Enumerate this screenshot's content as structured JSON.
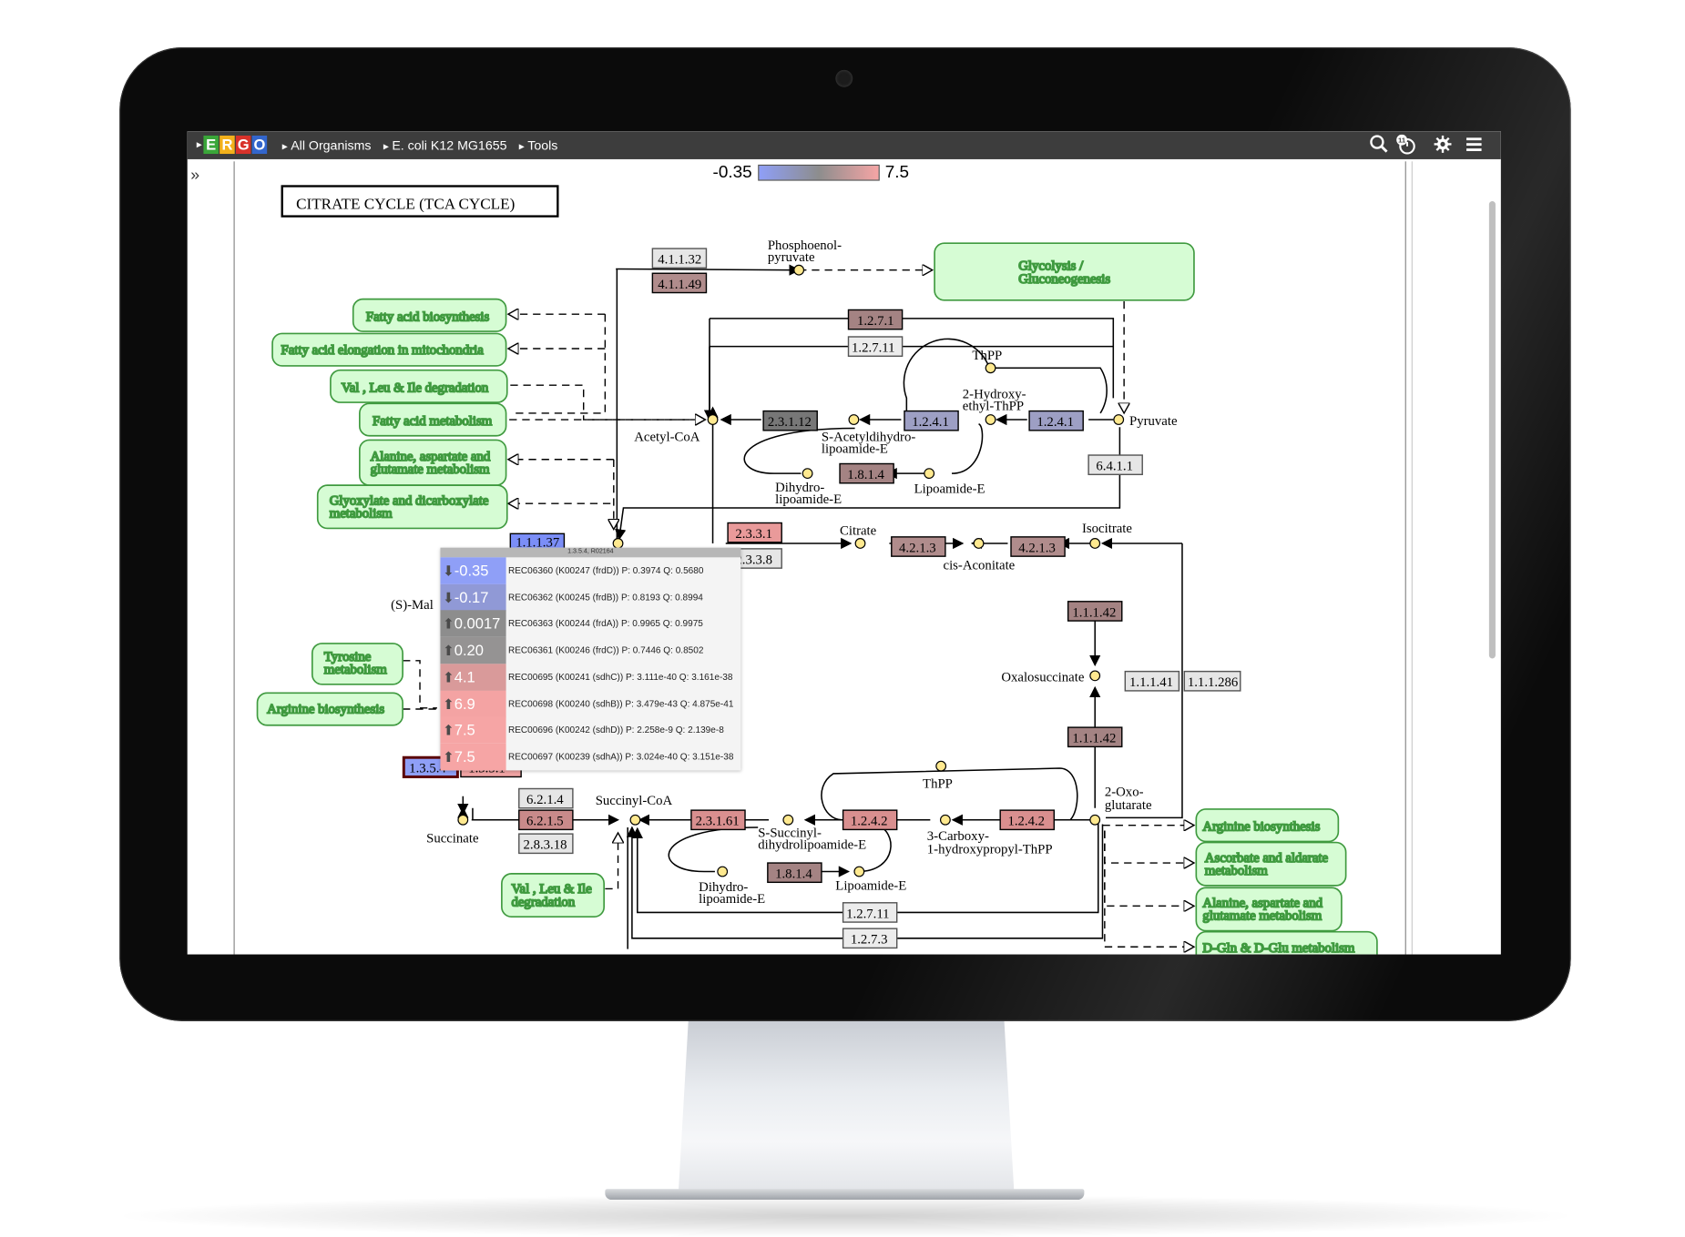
{
  "nav": {
    "logo": [
      "E",
      "R",
      "G",
      "O"
    ],
    "logo_colors": [
      "#3aa639",
      "#f3b11b",
      "#d8322a",
      "#3366cc"
    ],
    "crumbs": [
      "All Organisms",
      "E. coli K12 MG1655",
      "Tools"
    ],
    "badge": "11"
  },
  "legend": {
    "min": "-0.35",
    "max": "7.5",
    "low_color": "#8f9ff7",
    "mid_color": "#8d8d8d",
    "high_color": "#f6a5a5"
  },
  "title": "CITRATE CYCLE (TCA CYCLE)",
  "compounds": {
    "pep": [
      "Phosphoenol-",
      "pyruvate"
    ],
    "acetyl": "Acetyl-CoA",
    "pyruvate": "Pyruvate",
    "thpp_top": "ThPP",
    "hydroxyethyl": [
      "2-Hydroxy-",
      "ethyl-ThPP"
    ],
    "s_acetyl": [
      "S-Acetyldihydro-",
      "lipoamide-E"
    ],
    "dihydro_top": [
      "Dihydro-",
      "lipoamide-E"
    ],
    "lipoamide_top": "Lipoamide-E",
    "citrate": "Citrate",
    "cis_aconitate": "cis-Aconitate",
    "isocitrate": "Isocitrate",
    "oxalosuccinate": "Oxalosuccinate",
    "oxo": [
      "2-Oxo-",
      "glutarate"
    ],
    "malate": "(S)-Mal",
    "succinate": "Succinate",
    "succinyl": "Succinyl-CoA",
    "s_succinyl": [
      "S-Succinyl-",
      "dihydrolipoamide-E"
    ],
    "dihydro_bottom": [
      "Dihydro-",
      "lipoamide-E"
    ],
    "lipoamide_bottom": "Lipoamide-E",
    "thpp_bottom": "ThPP",
    "carboxy": [
      "3-Carboxy-",
      "1-hydroxypropyl-ThPP"
    ]
  },
  "enzymes": {
    "e41132": "4.1.1.32",
    "e41149": "4.1.1.49",
    "e1271": "1.2.7.1",
    "e12711": "1.2.7.11",
    "e23112": "2.3.1.12",
    "e1241a": "1.2.4.1",
    "e1241b": "1.2.4.1",
    "e1814a": "1.8.1.4",
    "e6411": "6.4.1.1",
    "e2331": "2.3.3.1",
    "e2338": "2.3.3.8",
    "e4213a": "4.2.1.3",
    "e4213b": "4.2.1.3",
    "e11142a": "1.1.1.42",
    "e11141": "1.1.1.41",
    "e111286": "1.1.1.286",
    "e11142b": "1.1.1.42",
    "e11137": "1.1.1.37",
    "e1354": "1.3.5.4",
    "e1351": "1.3.5.1",
    "e6214": "6.2.1.4",
    "e6215": "6.2.1.5",
    "e28318": "2.8.3.18",
    "e23161": "2.3.1.61",
    "e1242a": "1.2.4.2",
    "e1242b": "1.2.4.2",
    "e1814b": "1.8.1.4",
    "e12711b": "1.2.7.11",
    "e1273": "1.2.7.3"
  },
  "maps": {
    "glycolysis": [
      "Glycolysis /",
      "Gluconeogenesis"
    ],
    "fatty_bio": "Fatty acid biosynthesis",
    "fatty_elong": "Fatty acid elongation in mitochondria",
    "val_top": "Val , Leu & Ile degradation",
    "fatty_met": "Fatty acid metabolism",
    "alanine_left": [
      "Alanine, aspartate and",
      "glutamate metabolism"
    ],
    "glyoxylate": [
      "Glyoxylate and dicarboxylate",
      "metabolism"
    ],
    "tyrosine": [
      "Tyrosine",
      "metabolism"
    ],
    "arginine_left": "Arginine biosynthesis",
    "val_bottom": [
      "Val , Leu & Ile",
      "degradation"
    ],
    "arginine_right": "Arginine biosynthesis",
    "ascorbate": [
      "Ascorbate and aldarate",
      "metabolism"
    ],
    "alanine_right": [
      "Alanine, aspartate and",
      "glutamate metabolism"
    ],
    "dgln": "D-Gln & D-Glu metabolism"
  },
  "tooltip": {
    "header": "1.3.5.4, R02164",
    "rows": [
      {
        "arrow": "down",
        "value": "-0.35",
        "color": "#8f9ff7",
        "text": "REC06360 (K00247 (frdD)) P: 0.3974 Q: 0.5680"
      },
      {
        "arrow": "down",
        "value": "-0.17",
        "color": "#9099d6",
        "text": "REC06362 (K00245 (frdB)) P: 0.8193 Q: 0.8994"
      },
      {
        "arrow": "up",
        "value": "0.0017",
        "color": "#8d8d8d",
        "text": "REC06363 (K00244 (frdA)) P: 0.9965 Q: 0.9975"
      },
      {
        "arrow": "up",
        "value": "0.20",
        "color": "#959393",
        "text": "REC06361 (K00246 (frdC)) P: 0.7446 Q: 0.8502"
      },
      {
        "arrow": "up",
        "value": "4.1",
        "color": "#d99a9a",
        "text": "REC00695 (K00241 (sdhC)) P: 3.111e-40 Q: 3.161e-38"
      },
      {
        "arrow": "up",
        "value": "6.9",
        "color": "#f4a3a3",
        "text": "REC00698 (K00240 (sdhB)) P: 3.479e-43 Q: 4.875e-41"
      },
      {
        "arrow": "up",
        "value": "7.5",
        "color": "#f6a5a5",
        "text": "REC00696 (K00242 (sdhD)) P: 2.258e-9 Q: 2.139e-8"
      },
      {
        "arrow": "up",
        "value": "7.5",
        "color": "#f6a5a5",
        "text": "REC00697 (K00239 (sdhA)) P: 3.024e-40 Q: 3.151e-38"
      }
    ]
  }
}
